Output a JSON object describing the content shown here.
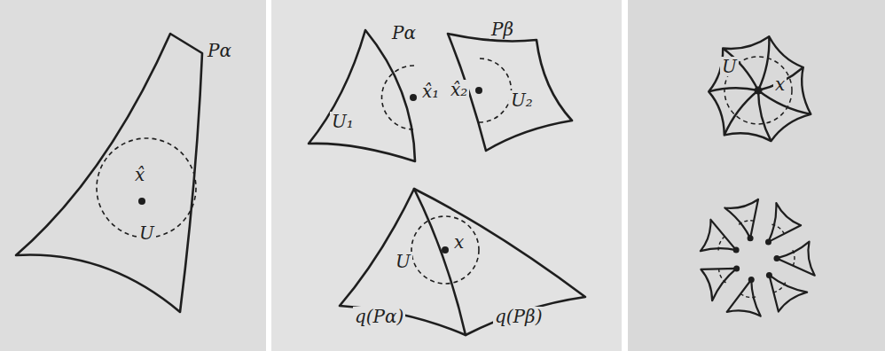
{
  "diagram": {
    "labels": [
      "Pα",
      "x̂",
      "U",
      "Pα",
      "x̂₁",
      "U₁",
      "Pβ",
      "x̂₂",
      "U₂",
      "U",
      "x",
      "q(Pα)",
      "q(Pβ)",
      "U",
      "x"
    ]
  }
}
